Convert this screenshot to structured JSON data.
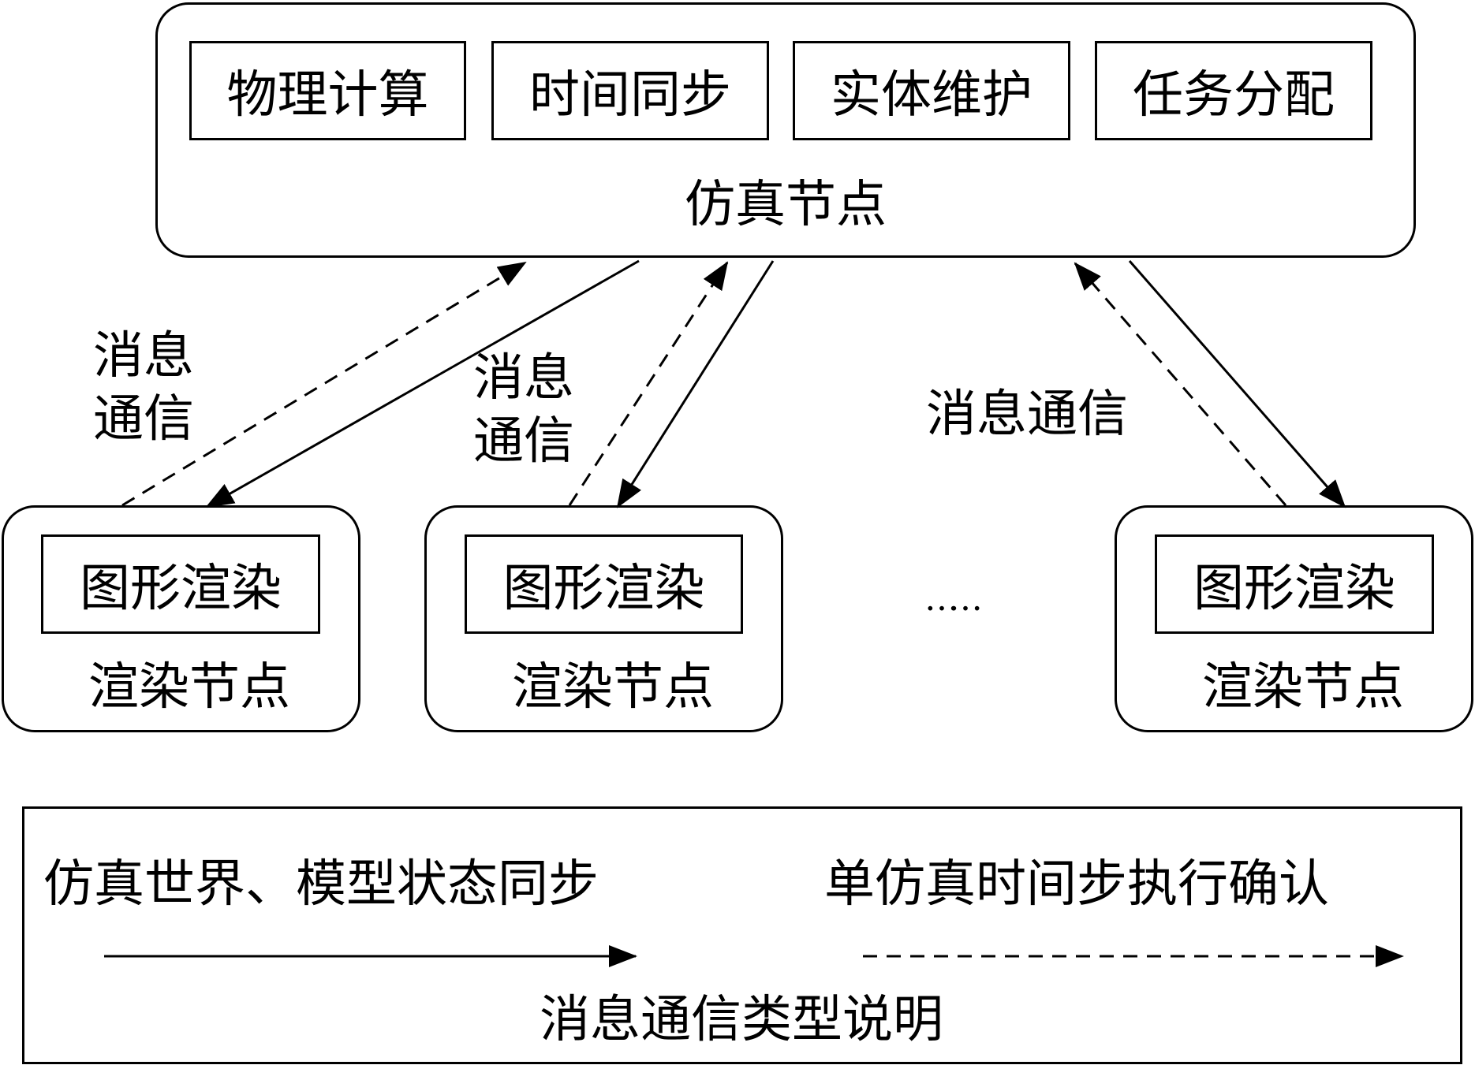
{
  "sim_node": {
    "label": "仿真节点",
    "modules": [
      "物理计算",
      "时间同步",
      "实体维护",
      "任务分配"
    ]
  },
  "render_nodes": [
    {
      "module": "图形渲染",
      "label": "渲染节点"
    },
    {
      "module": "图形渲染",
      "label": "渲染节点"
    },
    {
      "module": "图形渲染",
      "label": "渲染节点"
    }
  ],
  "ellipsis": "……",
  "edge_labels": {
    "left_line1": "消息",
    "left_line2": "通信",
    "mid_line1": "消息",
    "mid_line2": "通信",
    "right": "消息通信"
  },
  "legend": {
    "solid_text": "仿真世界、模型状态同步",
    "dashed_text": "单仿真时间步执行确认",
    "title": "消息通信类型说明"
  }
}
